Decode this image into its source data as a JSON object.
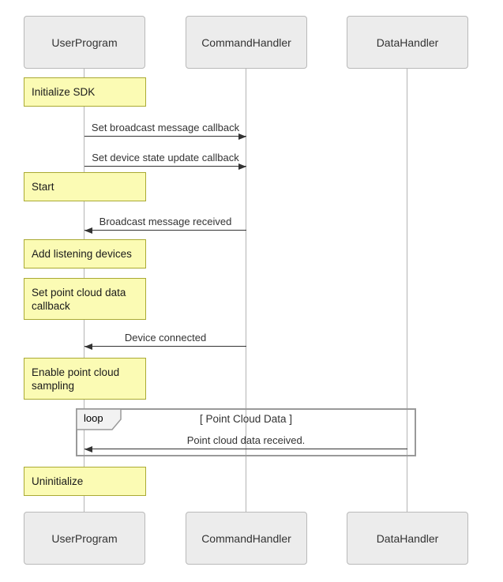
{
  "participants": [
    {
      "label": "UserProgram"
    },
    {
      "label": "CommandHandler"
    },
    {
      "label": "DataHandler"
    }
  ],
  "notes": [
    {
      "text": "Initialize SDK"
    },
    {
      "text": "Start"
    },
    {
      "text": "Add listening devices"
    },
    {
      "text": "Set point cloud data callback"
    },
    {
      "text": "Enable point cloud sampling"
    },
    {
      "text": "Uninitialize"
    }
  ],
  "messages": [
    {
      "text": "Set broadcast message callback",
      "from": "UserProgram",
      "to": "CommandHandler"
    },
    {
      "text": "Set device state update callback",
      "from": "UserProgram",
      "to": "CommandHandler"
    },
    {
      "text": "Broadcast message received",
      "from": "CommandHandler",
      "to": "UserProgram"
    },
    {
      "text": "Device connected",
      "from": "CommandHandler",
      "to": "UserProgram"
    },
    {
      "text": "Point cloud data received.",
      "from": "DataHandler",
      "to": "UserProgram"
    }
  ],
  "loop": {
    "label": "loop",
    "guard": "[ Point Cloud Data ]"
  },
  "colors": {
    "note_fill": "#fbfbb4",
    "note_border": "#aaaa33",
    "actor_fill": "#ececec",
    "actor_border": "#b9b9b9",
    "lifeline": "#b4b4b4",
    "arrow": "#333333",
    "frame_border": "#999999",
    "text": "#333333"
  }
}
